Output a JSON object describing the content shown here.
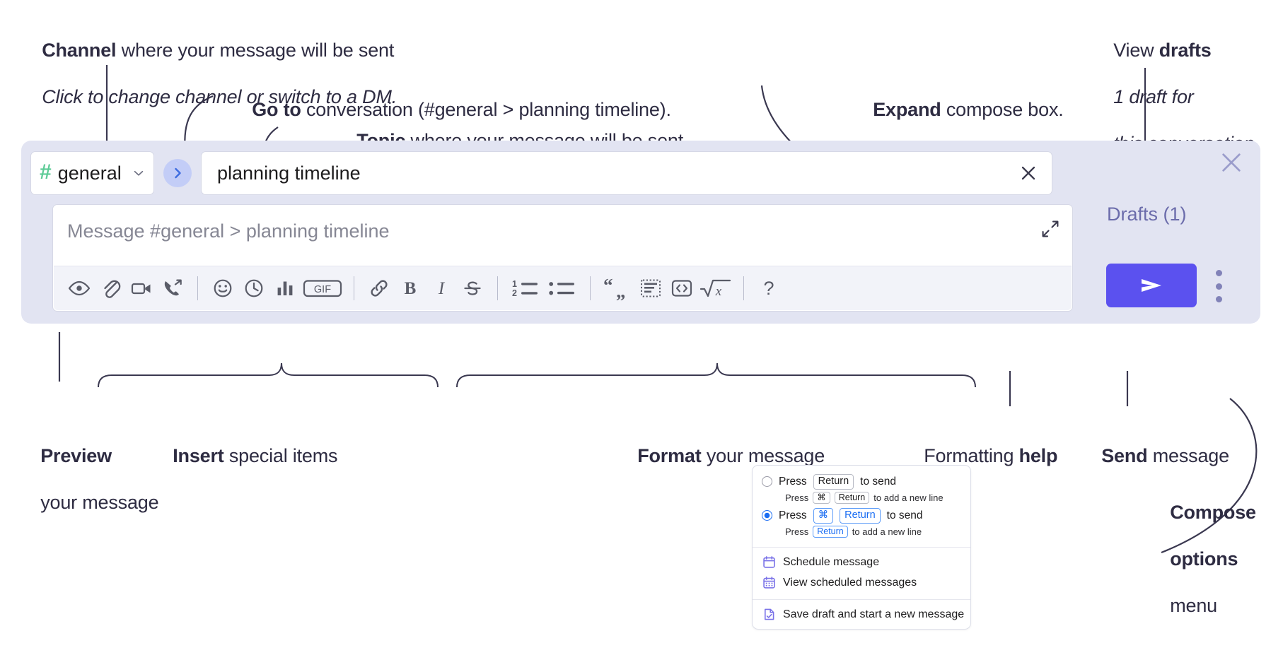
{
  "annotations": {
    "channel": {
      "bold": "Channel",
      "rest": " where your message will be sent",
      "italic": "Click to change channel or switch to a DM."
    },
    "goto": {
      "bold": "Go to",
      "rest": " conversation (#general > planning timeline)."
    },
    "topic": {
      "bold": "Topic",
      "rest": " where your message will be sent"
    },
    "expand": {
      "bold": "Expand",
      "rest": " compose box."
    },
    "drafts": {
      "rest1": "View ",
      "bold": "drafts",
      "italic_line1": "1 draft for",
      "italic_line2": "this conversation"
    },
    "preview": {
      "bold": "Preview",
      "line2": "your message"
    },
    "insert": {
      "bold": "Insert",
      "rest": " special items"
    },
    "format": {
      "bold": "Format",
      "rest": " your message"
    },
    "help": {
      "rest": "Formatting ",
      "bold": "help"
    },
    "send": {
      "bold": "Send",
      "rest": " message"
    },
    "compose_options": {
      "bold_line1": "Compose",
      "bold_line2": "options",
      "line3": "menu"
    }
  },
  "composer": {
    "channel": {
      "hash_icon": "hash-icon",
      "name": "general",
      "caret_icon": "chevron-down-icon"
    },
    "goto_icon": "chevron-right-icon",
    "topic": {
      "value": "planning timeline",
      "clear_icon": "close-icon"
    },
    "message": {
      "placeholder": "Message #general > planning timeline",
      "value": "",
      "expand_icon": "expand-diagonal-icon"
    },
    "toolbar": [
      {
        "name": "preview-button",
        "icon": "eye-icon"
      },
      {
        "name": "attach-file-button",
        "icon": "paperclip-icon"
      },
      {
        "name": "video-clip-button",
        "icon": "video-camera-icon"
      },
      {
        "name": "audio-clip-button",
        "icon": "phone-forward-icon"
      },
      {
        "name": "separator-1",
        "icon": "divider"
      },
      {
        "name": "emoji-button",
        "icon": "emoji-smiley-icon"
      },
      {
        "name": "schedule-button",
        "icon": "clock-icon"
      },
      {
        "name": "poll-button",
        "icon": "bar-chart-icon"
      },
      {
        "name": "gif-button",
        "icon": "gif-icon",
        "label": "GIF"
      },
      {
        "name": "separator-2",
        "icon": "divider"
      },
      {
        "name": "link-button",
        "icon": "link-icon"
      },
      {
        "name": "bold-button",
        "icon": "bold-icon",
        "label": "B"
      },
      {
        "name": "italic-button",
        "icon": "italic-icon",
        "label": "I"
      },
      {
        "name": "strikethrough-button",
        "icon": "strikethrough-icon"
      },
      {
        "name": "separator-3",
        "icon": "divider"
      },
      {
        "name": "ordered-list-button",
        "icon": "ordered-list-icon"
      },
      {
        "name": "bulleted-list-button",
        "icon": "bulleted-list-icon"
      },
      {
        "name": "separator-4",
        "icon": "divider"
      },
      {
        "name": "blockquote-button",
        "icon": "quote-icon"
      },
      {
        "name": "code-block-button",
        "icon": "code-block-icon"
      },
      {
        "name": "inline-code-button",
        "icon": "inline-code-icon"
      },
      {
        "name": "math-button",
        "icon": "math-sqrt-icon"
      },
      {
        "name": "separator-5",
        "icon": "divider"
      },
      {
        "name": "formatting-help-button",
        "icon": "question-mark-icon",
        "label": "?"
      }
    ],
    "rail": {
      "close_icon": "close-icon",
      "drafts_label": "Drafts (1)",
      "send_icon": "send-paper-plane-icon",
      "options_icon": "kebab-menu-icon"
    }
  },
  "menu": {
    "options": [
      {
        "selected": false,
        "label_pre": "Press",
        "key": "Return",
        "label_post": "to send",
        "sub_pre": "Press",
        "sub_key1": "⌘",
        "sub_key2": "Return",
        "sub_post": "to add a new line"
      },
      {
        "selected": true,
        "label_pre": "Press",
        "key1": "⌘",
        "key2": "Return",
        "label_post": "to send",
        "sub_pre": "Press",
        "sub_key": "Return",
        "sub_post": "to add a new line"
      }
    ],
    "items": [
      {
        "icon": "calendar-schedule-icon",
        "label": "Schedule message"
      },
      {
        "icon": "calendar-grid-icon",
        "label": "View scheduled messages"
      },
      {
        "icon": "save-draft-icon",
        "label": "Save draft and start a new message"
      }
    ]
  },
  "colors": {
    "panel_bg": "#e2e4f2",
    "hash_green": "#5ccb96",
    "send_indigo": "#5b51ef",
    "goto_blue": "#4a74e8",
    "drafts_text": "#6b6cab",
    "menu_blue": "#1b6ef3",
    "menu_icon_purple": "#7a72e8",
    "text_dark": "#2e2c42"
  }
}
